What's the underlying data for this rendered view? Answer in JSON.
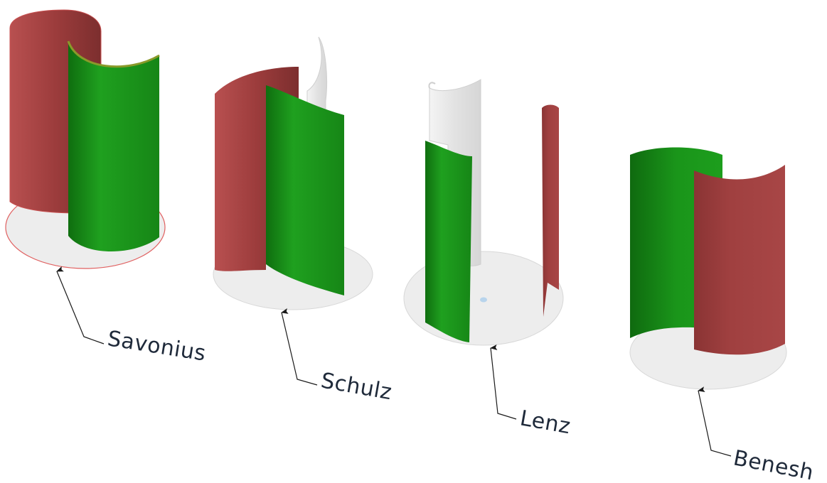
{
  "figure": {
    "rotors": [
      {
        "id": "savonius",
        "label": "Savonius"
      },
      {
        "id": "schulz",
        "label": "Schulz"
      },
      {
        "id": "lenz",
        "label": "Lenz"
      },
      {
        "id": "benesh",
        "label": "Benesh"
      }
    ],
    "colors": {
      "red_blade": "#a84444",
      "red_blade_dark": "#8a3232",
      "green_blade": "#1c9a1c",
      "green_blade_dark": "#137813",
      "white_blade": "#e8e8e8",
      "base_disc": "#ededed",
      "label_text": "#1f2a3a"
    }
  }
}
